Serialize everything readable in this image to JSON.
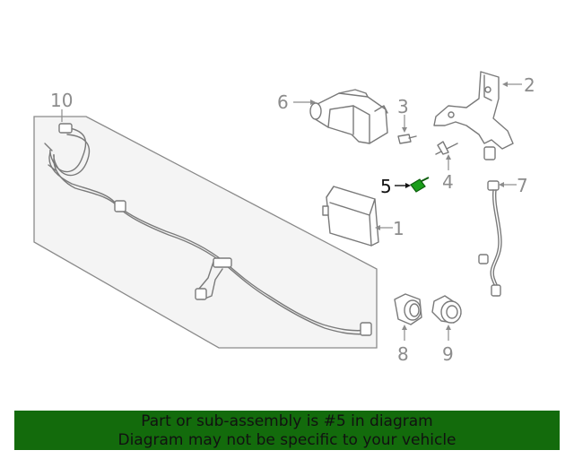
{
  "diagram": {
    "callouts": {
      "c1": "1",
      "c2": "2",
      "c3": "3",
      "c4": "4",
      "c5": "5",
      "c6": "6",
      "c7": "7",
      "c8": "8",
      "c9": "9",
      "c10": "10"
    },
    "highlight_color": "#1a9e1a"
  },
  "banner": {
    "line1": "Part or sub-assembly is #5 in diagram",
    "line2": "Diagram may not be specific to your vehicle",
    "background": "#136b0c"
  }
}
